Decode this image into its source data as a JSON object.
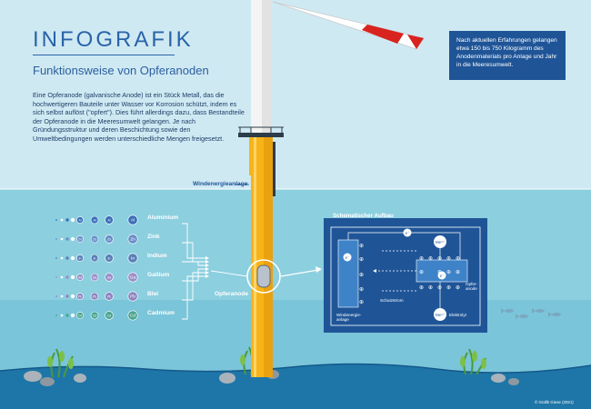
{
  "heading": "INFOGRAFIK",
  "subtitle": "Funktionsweise von Opferanoden",
  "intro": "Eine Opferanode (galvanische Anode) ist ein Stück Metall, das die hochwertigeren Bauteile unter Wasser vor Korrosion schützt, indem es sich selbst auflöst (\"opfert\"). Dies führt allerdings dazu, dass Bestandteile der Opferanode in die Meeresumwelt gelangen. Je nach Gründungsstruktur und deren Beschichtung sowie den Umweltbedingungen werden unterschiedliche Mengen freigesetzt.",
  "info_box": "Nach aktuellen Erfahrungen gelangen etwa 150 bis 750 Kilogramm des Anodenmaterials pro Anlage und Jahr in die Meeresumwelt.",
  "turbine_label": "Windenergieanlage",
  "anode_label": "Opferanode",
  "metals": [
    {
      "name": "Aluminium",
      "symbol": "Al",
      "color": "#3a6fb8"
    },
    {
      "name": "Zink",
      "symbol": "Zn",
      "color": "#6a8fc7"
    },
    {
      "name": "Indium",
      "symbol": "In",
      "color": "#5a7fb8"
    },
    {
      "name": "Gallium",
      "symbol": "Ga",
      "color": "#9b8fc9"
    },
    {
      "name": "Blei",
      "symbol": "Pb",
      "color": "#8e84c0"
    },
    {
      "name": "Cadmium",
      "symbol": "Cd",
      "color": "#4aa590"
    }
  ],
  "schema": {
    "title": "Schematischer Aufbau",
    "electron": "e⁻",
    "metal_ion": "Meⁿ⁺",
    "protection_current": "Schutzstrom",
    "electrolyte": "Elektrolyt",
    "sacrificial_anode": "Opfer-anode",
    "turbine": "Windenergie-anlage"
  },
  "copyright": "© Grafik Giese (2021)",
  "colors": {
    "sky": "#cfe9f3",
    "sea": "#8ccfdf",
    "seabed": "#1e76a8",
    "tower": "#f7b418",
    "accent": "#2a63a8",
    "box": "#1f5597"
  }
}
